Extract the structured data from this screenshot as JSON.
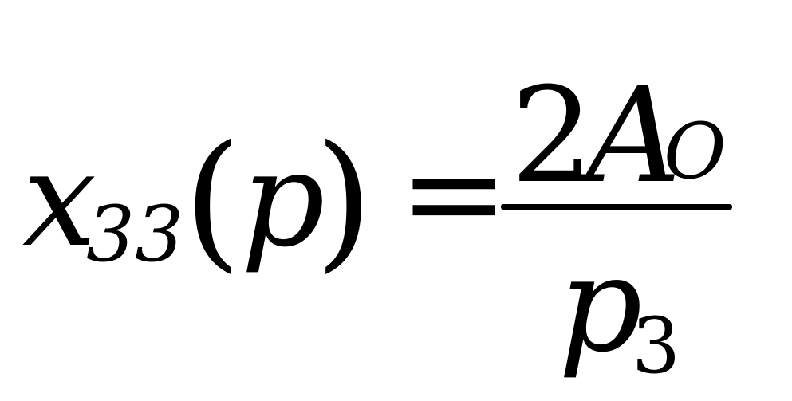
{
  "formula": {
    "lhs": {
      "variable": "x",
      "subscript": "33",
      "open_paren": "(",
      "argument": "p",
      "close_paren": ")"
    },
    "equals": "=",
    "rhs": {
      "numerator": {
        "coefficient": "2",
        "variable": "A",
        "subscript": "O"
      },
      "denominator": {
        "variable": "p",
        "subscript": "3"
      }
    }
  },
  "colors": {
    "ink": "#000000",
    "background": "#ffffff"
  }
}
